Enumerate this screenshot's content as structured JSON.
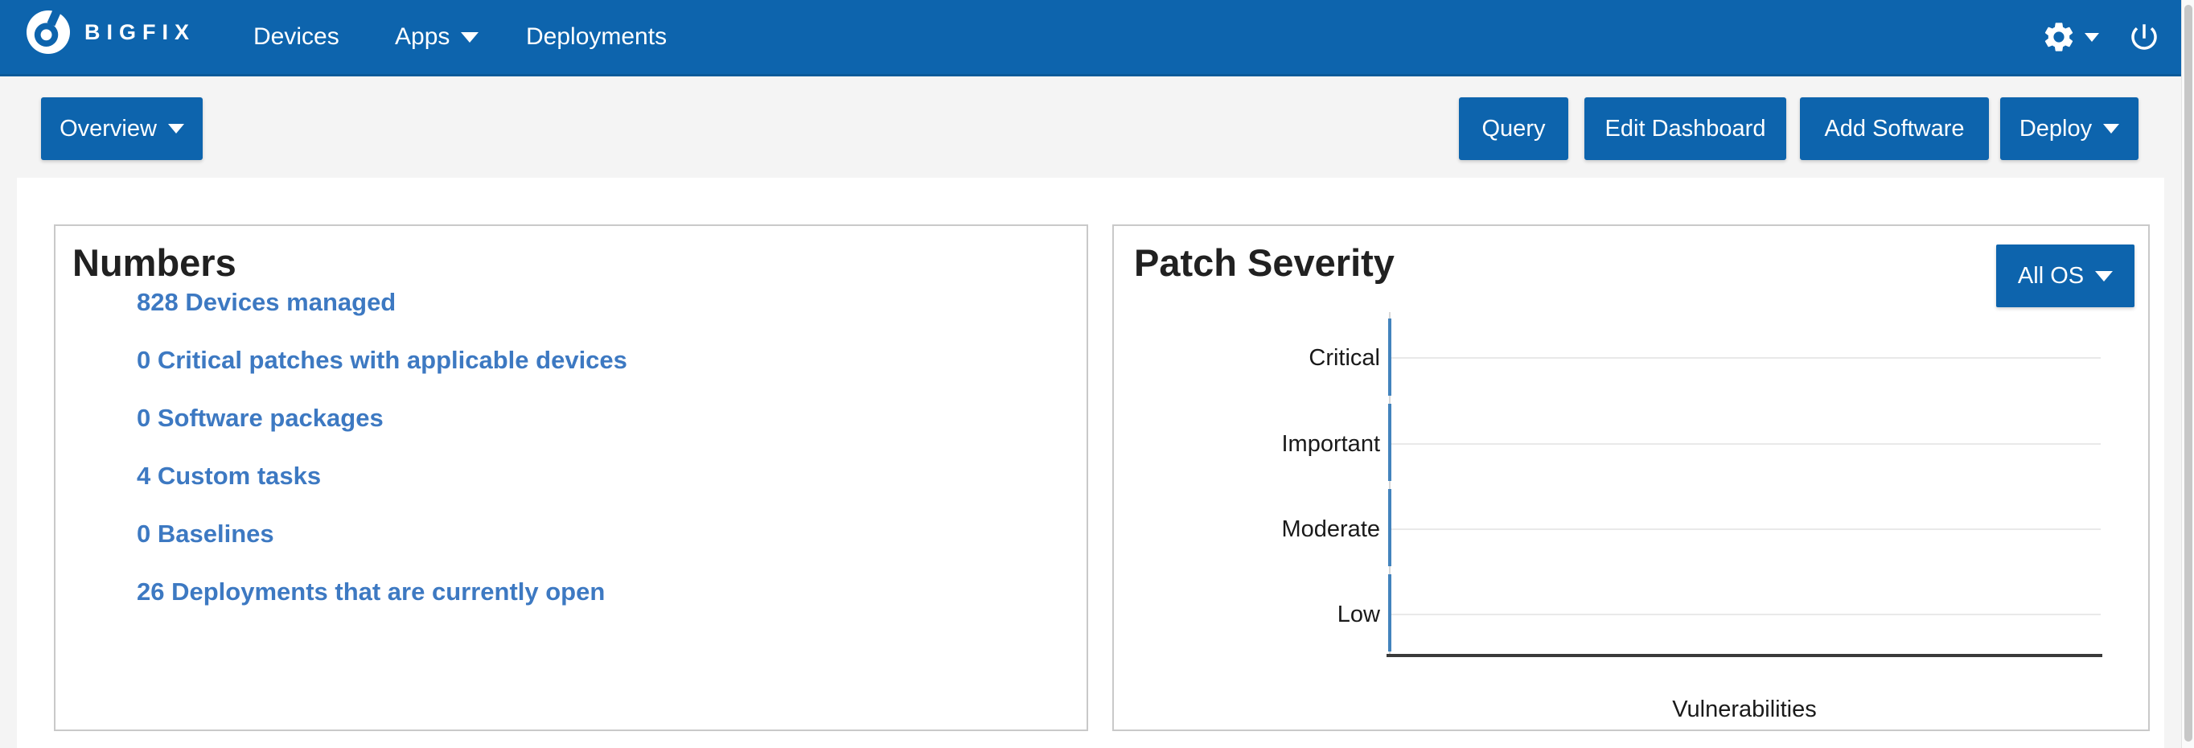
{
  "navbar": {
    "brand": "BIGFIX",
    "items": [
      {
        "label": "Devices"
      },
      {
        "label": "Apps"
      },
      {
        "label": "Deployments"
      }
    ]
  },
  "toolbar": {
    "view_selector_label": "Overview",
    "query_label": "Query",
    "edit_dashboard_label": "Edit Dashboard",
    "add_software_label": "Add Software",
    "deploy_label": "Deploy"
  },
  "numbers_panel": {
    "title": "Numbers",
    "links": [
      "828 Devices managed",
      "0 Critical patches with applicable devices",
      "0 Software packages",
      "4 Custom tasks",
      "0 Baselines",
      "26 Deployments that are currently open"
    ]
  },
  "patch_severity_panel": {
    "title": "Patch Severity",
    "os_filter_label": "All OS"
  },
  "chart_data": {
    "type": "bar",
    "orientation": "horizontal",
    "title": "Patch Severity",
    "categories": [
      "Critical",
      "Important",
      "Moderate",
      "Low"
    ],
    "values": [
      0,
      0,
      0,
      0
    ],
    "xlabel": "Vulnerabilities",
    "ylabel": "",
    "grid": true,
    "legend": "none",
    "note": "Empty chart - no bars rendered, all severity counts are zero"
  },
  "colors": {
    "navbar_blue": "#0d64ad",
    "button_blue": "#0d64ad",
    "link_blue": "#3d79c2",
    "axis_tick_blue": "#4383bd",
    "page_background_gray": "#f4f4f4"
  }
}
